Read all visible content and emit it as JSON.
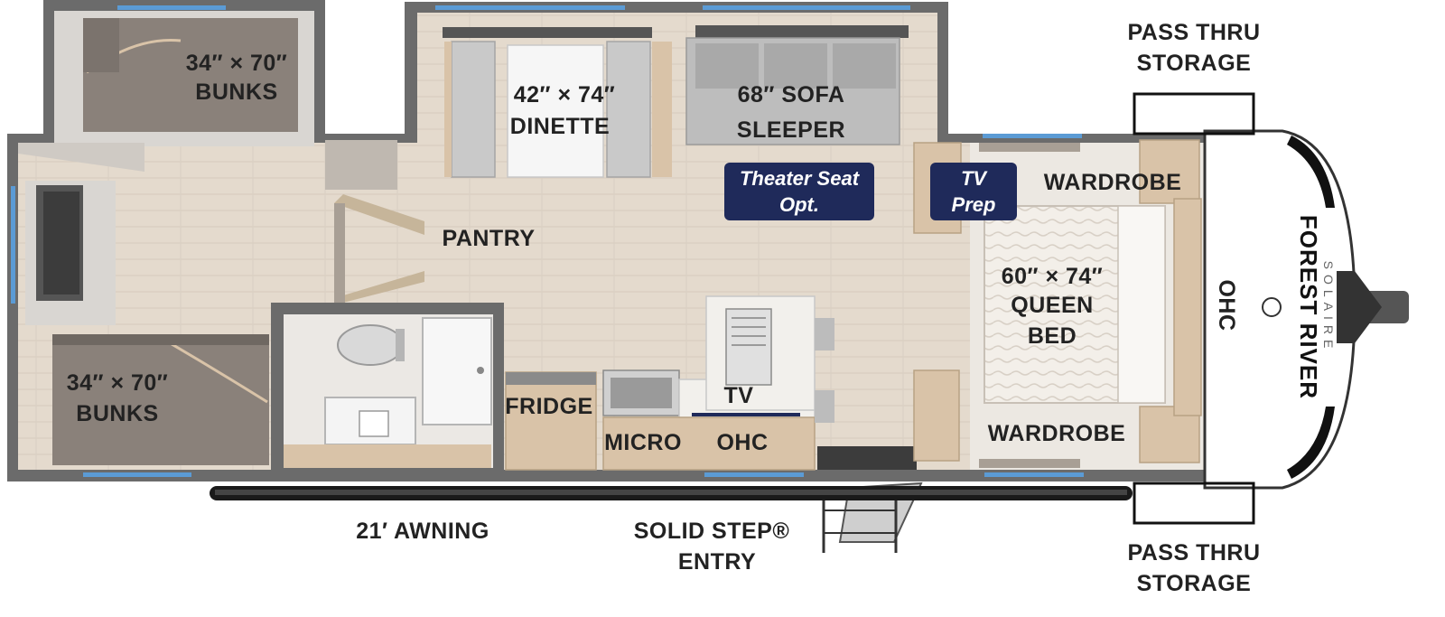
{
  "labels": {
    "bunks_top_size": "34″ × 70″",
    "bunks_top": "BUNKS",
    "bunks_bottom_size": "34″ × 70″",
    "bunks_bottom": "BUNKS",
    "dinette_size": "42″ × 74″",
    "dinette": "DINETTE",
    "sofa_line1": "68″ SOFA",
    "sofa_line2": "SLEEPER",
    "pantry": "PANTRY",
    "fridge": "FRIDGE",
    "micro": "MICRO",
    "ohc_kitchen": "OHC",
    "tv_kitchen": "TV",
    "wardrobe_top": "WARDROBE",
    "wardrobe_bottom": "WARDROBE",
    "queen_size": "60″ × 74″",
    "queen_line1": "QUEEN",
    "queen_line2": "BED",
    "ohc_front": "OHC",
    "pass_thru_top_line1": "PASS THRU",
    "pass_thru_top_line2": "STORAGE",
    "pass_thru_bottom_line1": "PASS THRU",
    "pass_thru_bottom_line2": "STORAGE",
    "awning": "21′ AWNING",
    "entry_line1": "SOLID STEP®",
    "entry_line2": "ENTRY"
  },
  "badges": {
    "theater_line1": "Theater Seat",
    "theater_line2": "Opt.",
    "tv_prep_line1": "TV",
    "tv_prep_line2": "Prep"
  },
  "logo": {
    "brand": "FOREST RIVER",
    "model": "SOLAIRE"
  },
  "colors": {
    "wall": "#6b6b6b",
    "floor": "#e2d8cc",
    "badge": "#1f2a5a",
    "window": "#5b9bd5",
    "cabinet": "#d9c3a8",
    "bunk": "#8a817a"
  }
}
